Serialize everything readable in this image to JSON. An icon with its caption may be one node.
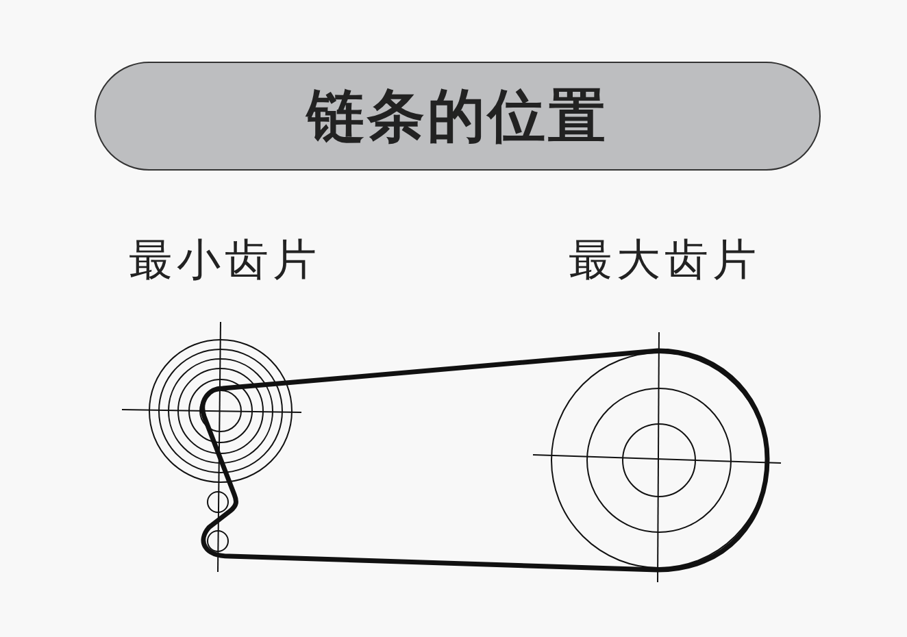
{
  "diagram": {
    "title": "链条的位置",
    "labels": [
      "最小齿片",
      "最大齿片"
    ]
  }
}
